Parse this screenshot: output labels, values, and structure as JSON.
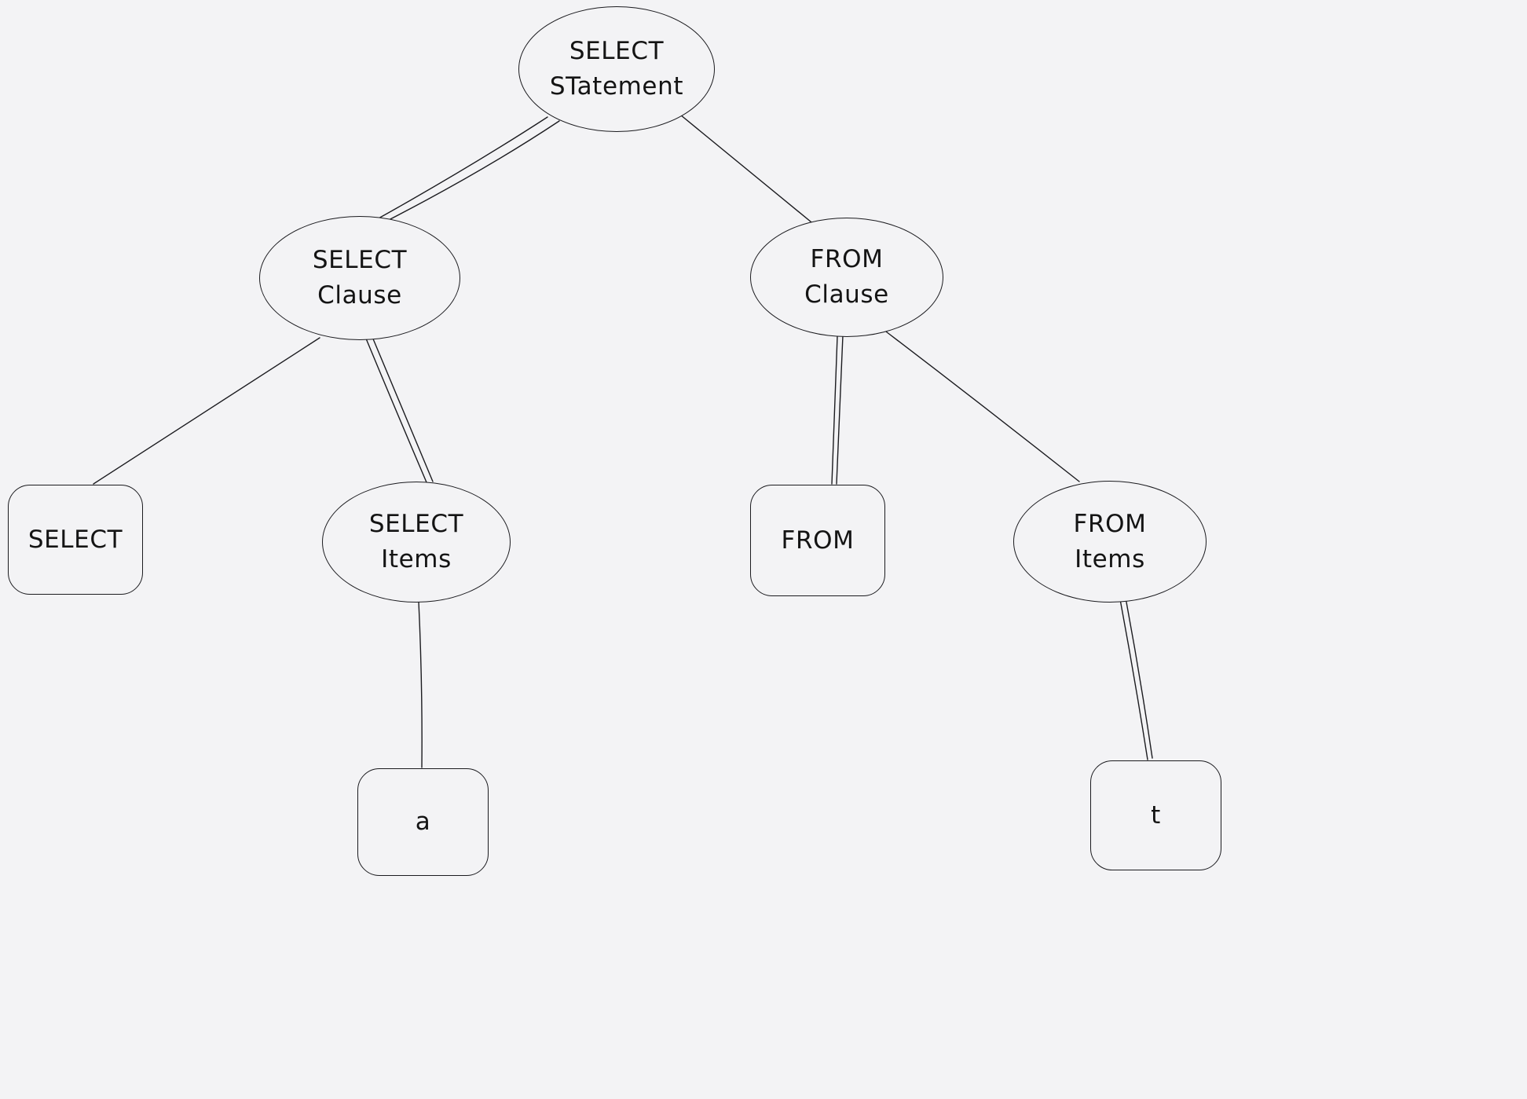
{
  "diagram": {
    "background_color": "#f3f3f5",
    "stroke_color": "#1b1b1f",
    "nodes": {
      "select_statement": {
        "label": "SELECT\nSTatement",
        "shape": "ellipse"
      },
      "select_clause": {
        "label": "SELECT\nClause",
        "shape": "ellipse"
      },
      "from_clause": {
        "label": "FROM\nClause",
        "shape": "ellipse"
      },
      "select_keyword": {
        "label": "SELECT",
        "shape": "rectangle"
      },
      "select_items": {
        "label": "SELECT\nItems",
        "shape": "ellipse"
      },
      "from_keyword": {
        "label": "FROM",
        "shape": "rectangle"
      },
      "from_items": {
        "label": "FROM\nItems",
        "shape": "ellipse"
      },
      "item_a": {
        "label": "a",
        "shape": "rectangle"
      },
      "item_t": {
        "label": "t",
        "shape": "rectangle"
      }
    },
    "edges": [
      {
        "from": "select_statement",
        "to": "select_clause"
      },
      {
        "from": "select_statement",
        "to": "from_clause"
      },
      {
        "from": "select_clause",
        "to": "select_keyword"
      },
      {
        "from": "select_clause",
        "to": "select_items"
      },
      {
        "from": "from_clause",
        "to": "from_keyword"
      },
      {
        "from": "from_clause",
        "to": "from_items"
      },
      {
        "from": "select_items",
        "to": "item_a"
      },
      {
        "from": "from_items",
        "to": "item_t"
      }
    ]
  }
}
